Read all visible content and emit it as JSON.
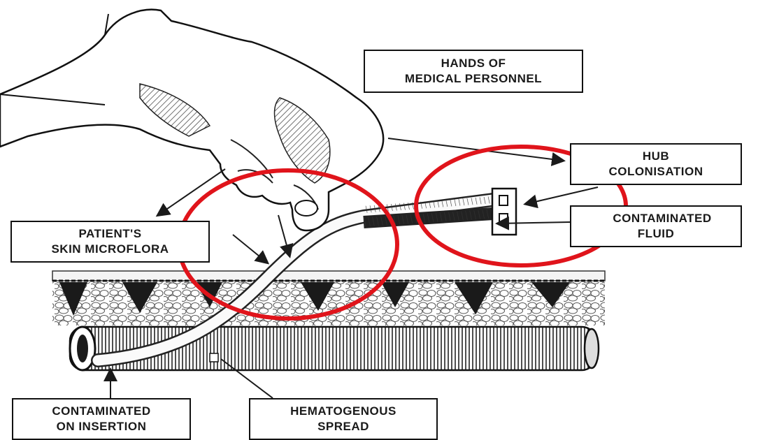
{
  "labels": {
    "hands": {
      "line1": "HANDS OF",
      "line2": "MEDICAL PERSONNEL"
    },
    "hub": {
      "line1": "HUB",
      "line2": "COLONISATION"
    },
    "fluid": {
      "line1": "CONTAMINATED",
      "line2": "FLUID"
    },
    "skin": {
      "line1": "PATIENT'S",
      "line2": "SKIN MICROFLORA"
    },
    "insertion": {
      "line1": "CONTAMINATED",
      "line2": "ON INSERTION"
    },
    "hematogenous": {
      "line1": "HEMATOGENOUS",
      "line2": "SPREAD"
    }
  },
  "highlight_color": "#e0141b",
  "line_color": "#1a1a1a",
  "icons": [
    "hand-icon",
    "catheter-icon",
    "hub-icon",
    "skin-layer-icon",
    "blood-vessel-icon"
  ]
}
